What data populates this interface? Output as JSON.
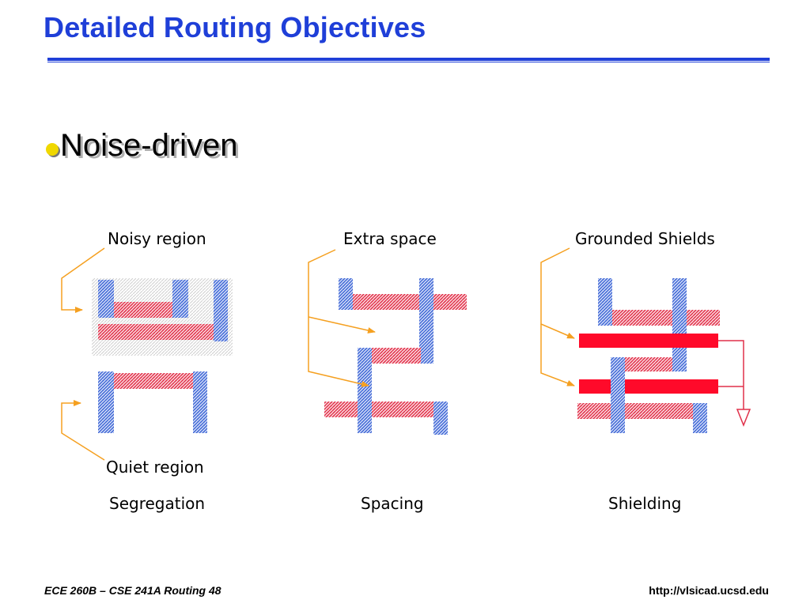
{
  "slide": {
    "title": "Detailed Routing Objectives",
    "bullet": "Noise-driven"
  },
  "labels": {
    "noisy_region": "Noisy region",
    "quiet_region": "Quiet region",
    "extra_space": "Extra space",
    "grounded_shields": "Grounded Shields",
    "segregation": "Segregation",
    "spacing": "Spacing",
    "shielding": "Shielding"
  },
  "footer": {
    "left": "ECE 260B – CSE 241A Routing 48",
    "right": "http://vlsicad.ucsd.edu"
  },
  "colors": {
    "title": "#1f3fd8",
    "wire_blue": "#4a70d8",
    "wire_red": "#e0304a",
    "shield_red": "#ff0a2a",
    "arrow_orange": "#f5a020",
    "bullet_yellow": "#f0d800"
  }
}
